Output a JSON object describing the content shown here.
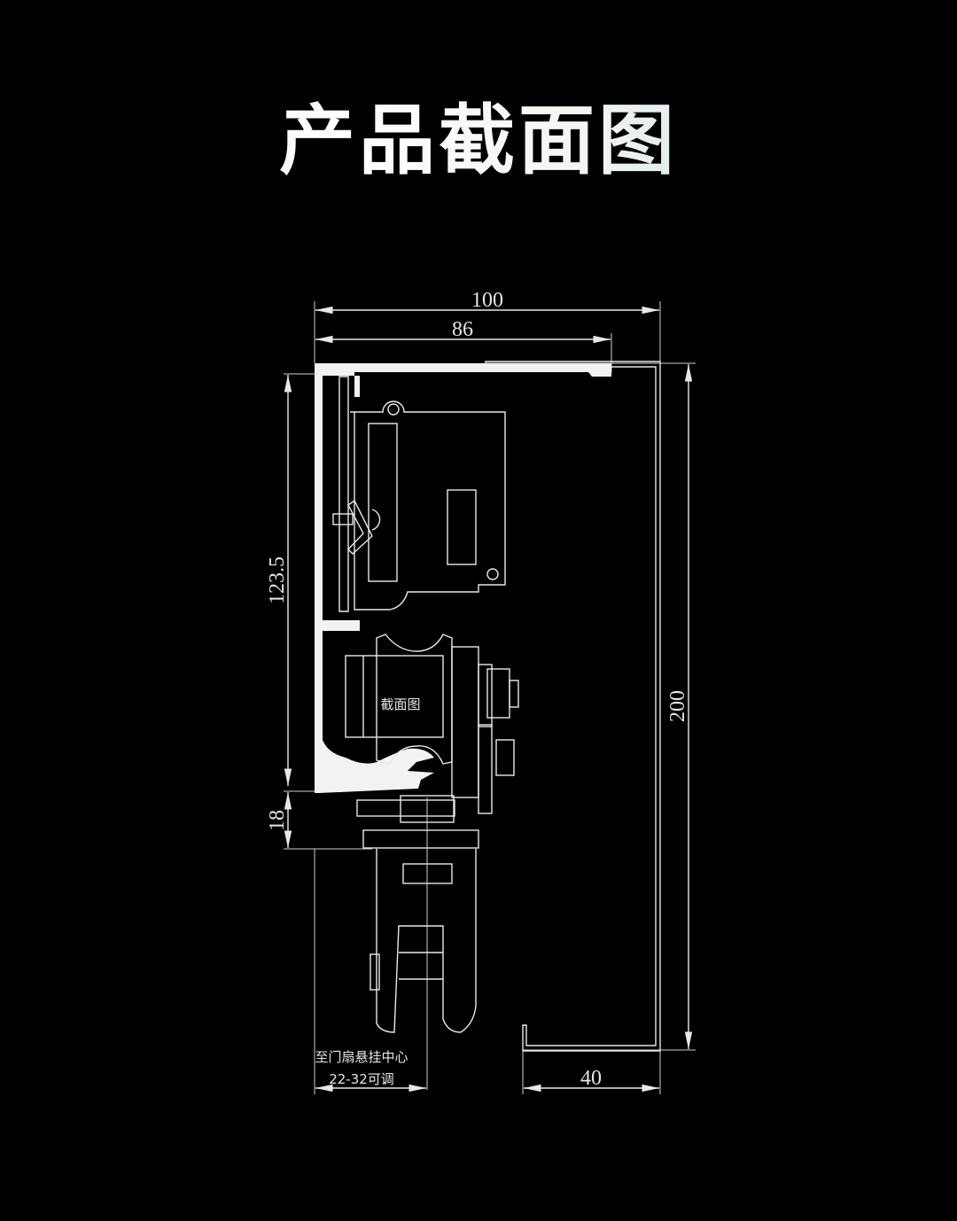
{
  "title": "产品截面图",
  "dimensions": {
    "total_width": "100",
    "inner_width": "86",
    "height_upper": "123.5",
    "height_lower": "18",
    "total_height": "200",
    "cover_lip": "40"
  },
  "labels": {
    "roller_label": "截面图",
    "hanging_center_line1": "至门扇悬挂中心",
    "hanging_center_line2": "22-32可调"
  }
}
